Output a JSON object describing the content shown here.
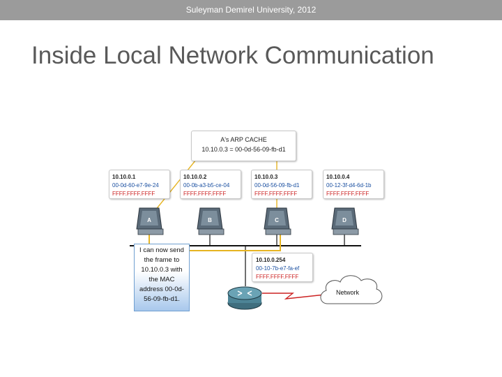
{
  "header": {
    "text": "Suleyman Demirel University, 2012"
  },
  "slide": {
    "title": "Inside Local Network Communication"
  },
  "arp_cache": {
    "title": "A's ARP CACHE",
    "entry": "10.10.0.3 = 00-0d-56-09-fb-d1"
  },
  "hosts": [
    {
      "label": "A",
      "ip": "10.10.0.1",
      "mac": "00-0d-60-e7-9e-24",
      "broadcast": "FFFF.FFFF.FFFF"
    },
    {
      "label": "B",
      "ip": "10.10.0.2",
      "mac": "00-0b-a3-b5-ce-04",
      "broadcast": "FFFF.FFFF.FFFF"
    },
    {
      "label": "C",
      "ip": "10.10.0.3",
      "mac": "00-0d-56-09-fb-d1",
      "broadcast": "FFFF.FFFF.FFFF"
    },
    {
      "label": "D",
      "ip": "10.10.0.4",
      "mac": "00-12-3f-d4-6d-1b",
      "broadcast": "FFFF.FFFF.FFFF"
    }
  ],
  "router": {
    "ip": "10.10.0.254",
    "mac": "00-10-7b-e7-fa-ef",
    "broadcast": "FFFF.FFFF.FFFF"
  },
  "callout": {
    "lines": [
      "I can now send",
      "the frame to",
      "10.10.0.3 with",
      "the MAC",
      "address 00-0d-",
      "56-09-fb-d1."
    ]
  },
  "cloud": {
    "label": "Network"
  },
  "colors": {
    "header_bg": "#9b9b9b",
    "mac_text": "#1a4fa0",
    "broadcast_text": "#cc2222",
    "path_line": "#e6b422",
    "wan_link": "#cc2222"
  }
}
